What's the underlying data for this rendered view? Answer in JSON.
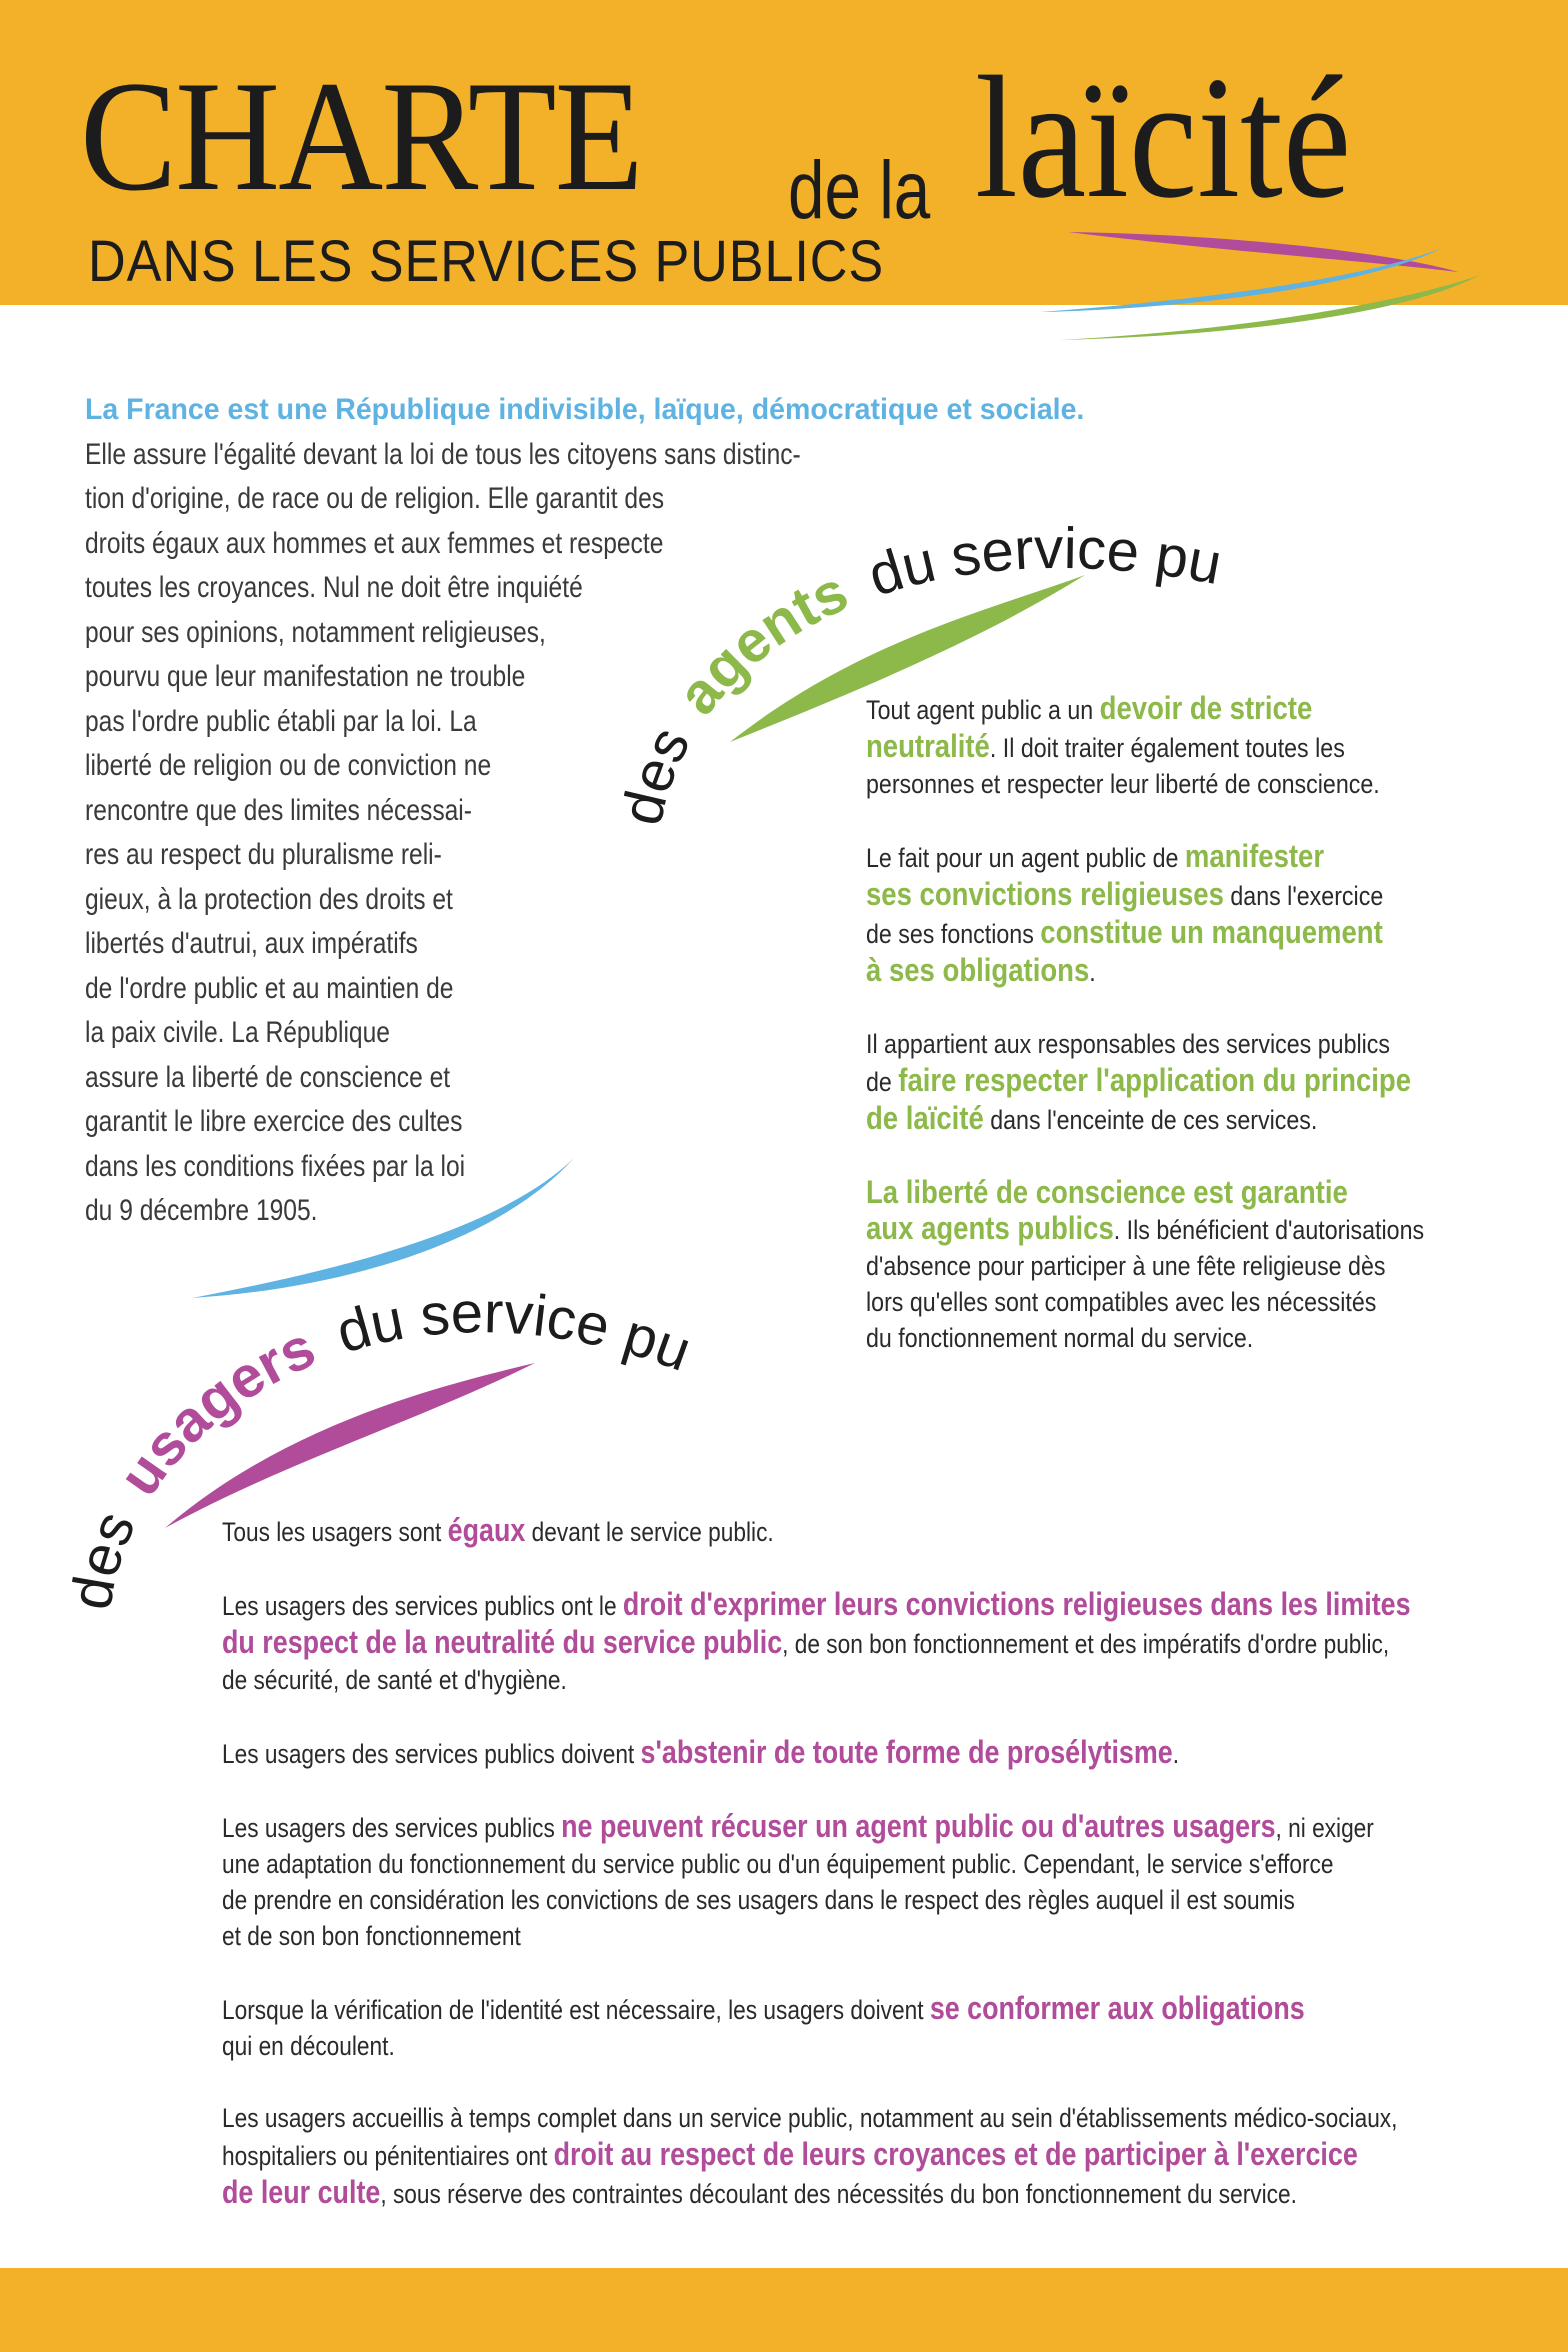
{
  "header": {
    "title_main": "CHARTE",
    "title_connector": "de la",
    "title_laicite": "laïcité",
    "subtitle": "DANS LES SERVICES PUBLICS"
  },
  "intro": {
    "lead": "La France est une République indivisible, laïque, démocratique et sociale.",
    "lines": [
      "Elle assure l'égalité devant la loi de tous les citoyens sans distinc-",
      "tion d'origine, de race ou de religion. Elle garantit des",
      "droits égaux aux hommes et aux femmes et respecte",
      "toutes les croyances. Nul ne doit être inquiété",
      "pour ses opinions, notamment religieuses,",
      "pourvu que leur manifestation ne trouble",
      "pas l'ordre public établi par la loi. La",
      "liberté de religion ou de conviction ne",
      "rencontre que des limites nécessai-",
      "res au respect du pluralisme reli-",
      "gieux, à la protection des droits et",
      "libertés d'autrui, aux impératifs",
      "de l'ordre public et au maintien de",
      "la paix civile. La République",
      "assure la liberté de conscience et",
      "garantit le libre exercice des cultes",
      "dans les conditions fixées par la loi",
      "du 9 décembre 1905."
    ]
  },
  "agents": {
    "label_des": "des",
    "label_keyword": "agents",
    "label_rest": "du service public",
    "p1": {
      "a": "Tout agent public a un ",
      "b": "devoir de stricte",
      "c": "neutralité",
      "d": ". Il doit traiter également toutes les",
      "e": "personnes et respecter leur liberté de conscience."
    },
    "p2": {
      "a": "Le fait pour un agent public de ",
      "b": "manifester",
      "c": "ses convictions religieuses",
      "d": " dans l'exercice",
      "e": "de ses fonctions ",
      "f": "constitue un manquement",
      "g": "à ses obligations",
      "h": "."
    },
    "p3": {
      "a": "Il appartient aux responsables des services publics",
      "b": "de ",
      "c": "faire respecter l'application du principe",
      "d": "de laïcité",
      "e": " dans l'enceinte de ces services."
    },
    "p4": {
      "a": "La liberté de conscience est garantie",
      "b": "aux agents publics",
      "c": ". Ils bénéficient d'autorisations",
      "d": "d'absence pour participer à une fête religieuse dès",
      "e": "lors qu'elles sont compatibles avec les nécessités",
      "f": "du fonctionnement normal du service."
    }
  },
  "usagers": {
    "label_des": "des",
    "label_keyword": "usagers",
    "label_rest": "du service public",
    "p1": {
      "a": "Tous les usagers sont ",
      "b": "égaux",
      "c": " devant le service public."
    },
    "p2": {
      "a": "Les usagers des services publics ont le ",
      "b": "droit d'exprimer leurs convictions religieuses dans les limites",
      "c": "du respect de la neutralité du service public",
      "d": ", de son bon fonctionnement et des impératifs d'ordre public,",
      "e": "de sécurité, de santé et d'hygiène."
    },
    "p3": {
      "a": "Les usagers des services publics doivent ",
      "b": "s'abstenir de toute forme de prosélytisme",
      "c": "."
    },
    "p4": {
      "a": "Les usagers des services publics ",
      "b": "ne peuvent récuser un agent public ou d'autres usagers",
      "c": ", ni exiger",
      "d": "une adaptation du fonctionnement du service public ou d'un équipement public. Cependant, le service s'efforce",
      "e": "de prendre en considération les convictions de ses usagers dans le respect des règles auquel il est soumis",
      "f": "et de son bon fonctionnement"
    },
    "p5": {
      "a": "Lorsque la vérification de l'identité est nécessaire, les usagers doivent ",
      "b": "se conformer aux obligations",
      "c": "qui en découlent."
    },
    "p6": {
      "a": "Les usagers accueillis à temps complet dans un service public, notamment au sein d'établissements médico-sociaux,",
      "b": "hospitaliers ou pénitentiaires ont ",
      "c": "droit au respect de leurs croyances et de participer à l'exercice",
      "d": "de leur culte",
      "e": ", sous réserve des contraintes découlant des nécessités du bon fonctionnement du service."
    }
  },
  "colors": {
    "band": "#f3b12a",
    "blue": "#5fb3e2",
    "green": "#8db84a",
    "magenta": "#b14c9a"
  }
}
